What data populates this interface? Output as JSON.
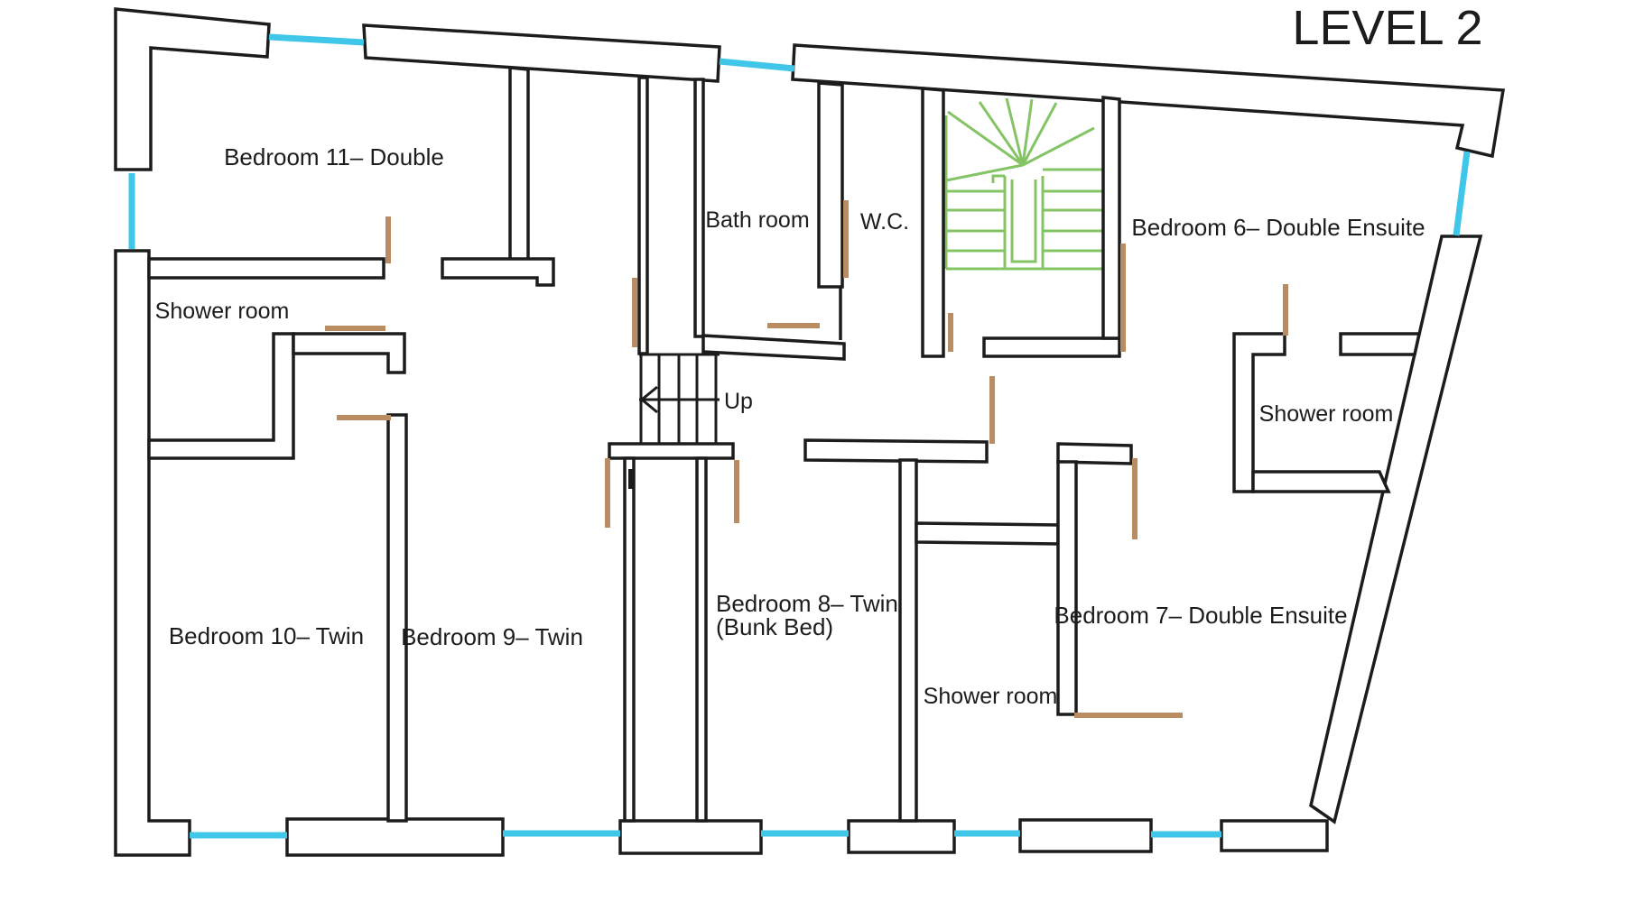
{
  "title": "LEVEL 2",
  "labels": {
    "bedroom11": "Bedroom 11– Double",
    "bath_room": "Bath room",
    "wc": "W.C.",
    "bedroom6": "Bedroom 6– Double Ensuite",
    "shower_room_top_left": "Shower room",
    "shower_room_right": "Shower room",
    "up": "Up",
    "bedroom10": "Bedroom 10– Twin",
    "bedroom9": "Bedroom 9– Twin",
    "bedroom8_line1": "Bedroom 8– Twin",
    "bedroom8_line2": "(Bunk Bed)",
    "shower_room_bottom": "Shower room",
    "bedroom7": "Bedroom 7– Double Ensuite"
  },
  "colors": {
    "wall": "#1c1c1c",
    "window": "#3fc6e8",
    "door": "#b98c62",
    "stairs_green": "#85c465",
    "background": "#ffffff"
  }
}
